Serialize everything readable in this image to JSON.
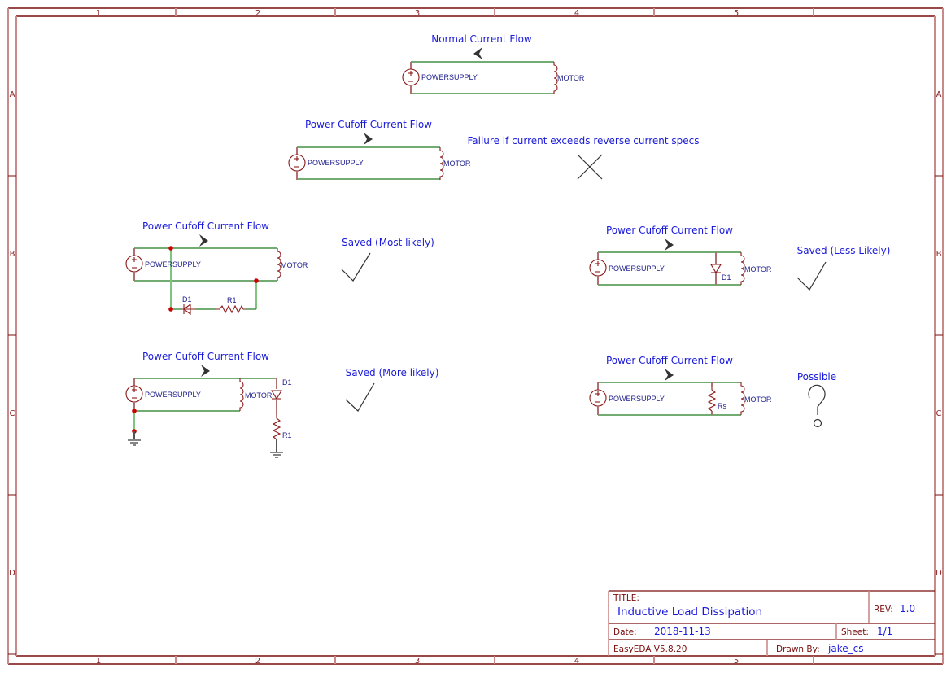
{
  "ruler": {
    "columns": [
      "1",
      "2",
      "3",
      "4",
      "5"
    ],
    "rows": [
      "A",
      "B",
      "C",
      "D"
    ]
  },
  "circuits": {
    "normal": {
      "caption": "Normal Current Flow",
      "supply_label": "POWERSUPPLY",
      "motor_label": "MOTOR",
      "supply_plus": "+",
      "supply_minus": "-",
      "arrow_direction": "left"
    },
    "failure": {
      "caption": "Power Cufoff Current Flow",
      "supply_label": "POWERSUPPLY",
      "motor_label": "MOTOR",
      "supply_plus": "+",
      "supply_minus": "-",
      "verdict": "Failure if current exceeds reverse current specs",
      "verdict_icon": "cross-mark"
    },
    "diode_resistor_loop": {
      "caption": "Power Cufoff Current Flow",
      "supply_label": "POWERSUPPLY",
      "motor_label": "MOTOR",
      "diode_label": "D1",
      "resistor_label": "R1",
      "supply_plus": "+",
      "supply_minus": "-",
      "verdict": "Saved (Most likely)",
      "verdict_icon": "check-mark"
    },
    "diode_resistor_ground": {
      "caption": "Power Cufoff Current Flow",
      "supply_label": "POWERSUPPLY",
      "motor_label": "MOTOR",
      "diode_label": "D1",
      "resistor_label": "R1",
      "supply_plus": "+",
      "supply_minus": "-",
      "verdict": "Saved (More likely)",
      "verdict_icon": "check-mark"
    },
    "flyback_diode": {
      "caption": "Power Cufoff Current Flow",
      "supply_label": "POWERSUPPLY",
      "motor_label": "MOTOR",
      "diode_label": "D1",
      "supply_plus": "+",
      "supply_minus": "-",
      "verdict": "Saved (Less Likely)",
      "verdict_icon": "check-mark"
    },
    "shunt_resistor": {
      "caption": "Power Cufoff Current Flow",
      "supply_label": "POWERSUPPLY",
      "motor_label": "MOTOR",
      "resistor_label": "Rs",
      "supply_plus": "+",
      "supply_minus": "-",
      "verdict": "Possible",
      "verdict_icon": "question-mark"
    }
  },
  "title_block": {
    "title_key": "TITLE:",
    "title": "Inductive Load Dissipation",
    "rev_key": "REV:",
    "rev": "1.0",
    "date_key": "Date:",
    "date": "2018-11-13",
    "sheet_key": "Sheet:",
    "sheet": "1/1",
    "software": "EasyEDA V5.8.20",
    "drawn_by_key": "Drawn By:",
    "drawn_by": "jake_cs"
  },
  "colors": {
    "frame": "#7a0c0c",
    "wire": "#1f7a1f",
    "component": "#8b1a1a",
    "annotation": "#1a1adc",
    "junction": "#cc0000"
  }
}
